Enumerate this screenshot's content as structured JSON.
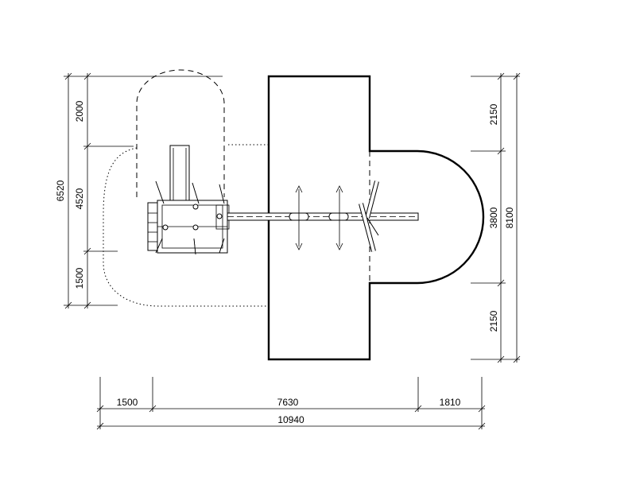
{
  "dimensions": {
    "left_total": "6520",
    "left_top": "2000",
    "left_middle": "4520",
    "left_bottom": "1500",
    "right_total": "8100",
    "right_top": "2150",
    "right_middle": "3800",
    "right_bottom": "2150",
    "bottom_left": "1500",
    "bottom_middle": "7630",
    "bottom_right": "1810",
    "bottom_total": "10940"
  }
}
